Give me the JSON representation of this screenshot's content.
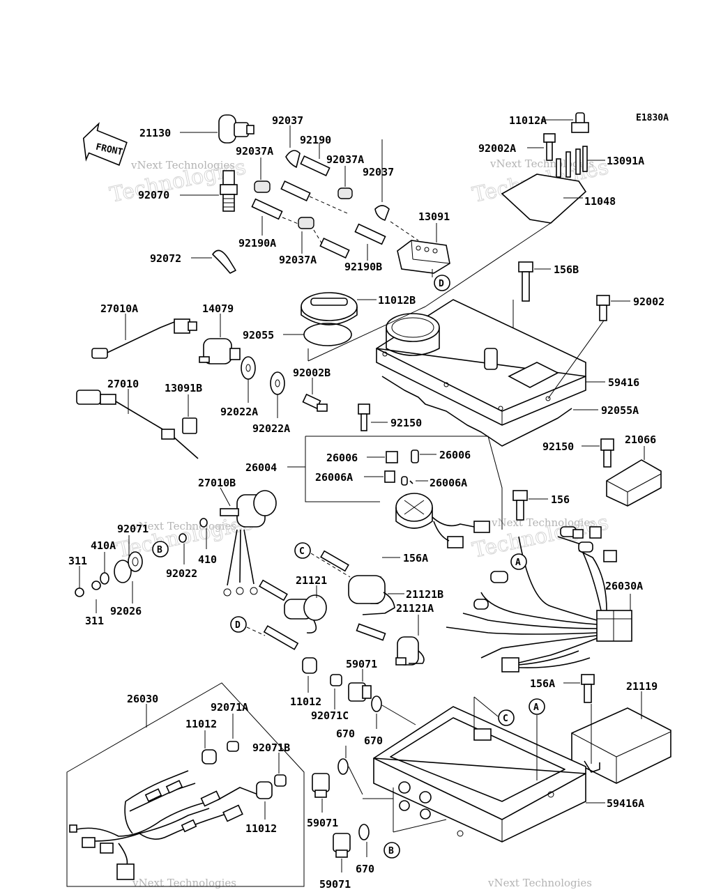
{
  "diagram_code": "E1830A",
  "front_label": "FRONT",
  "watermark": {
    "line1": "vNext Technologies",
    "line2": "Technologies"
  },
  "parts": {
    "p21130": "21130",
    "p92070": "92070",
    "p92072": "92072",
    "p92037_top": "92037",
    "p92037A_a": "92037A",
    "p92190": "92190",
    "p92037A_b": "92037A",
    "p92037_r": "92037",
    "p92190A": "92190A",
    "p92037A_c": "92037A",
    "p92190B": "92190B",
    "p13091": "13091",
    "p11012A": "11012A",
    "p92002A": "92002A",
    "p13091A": "13091A",
    "p11048": "11048",
    "p156B": "156B",
    "p11012B": "11012B",
    "p92002": "92002",
    "p27010A": "27010A",
    "p14079": "14079",
    "p92055": "92055",
    "p59416": "59416",
    "p92055A": "92055A",
    "p92002B": "92002B",
    "p92022A_a": "92022A",
    "p92022A_b": "92022A",
    "p27010": "27010",
    "p13091B": "13091B",
    "p92150_a": "92150",
    "p92150_b": "92150",
    "p21066": "21066",
    "p26006_a": "26006",
    "p26006_b": "26006",
    "p26004": "26004",
    "p26006A_a": "26006A",
    "p26006A_b": "26006A",
    "p27010B": "27010B",
    "p156": "156",
    "p92071": "92071",
    "p410A": "410A",
    "p410": "410",
    "p92022": "92022",
    "p311_a": "311",
    "p311_b": "311",
    "p92026": "92026",
    "p156A_a": "156A",
    "p21121": "21121",
    "p21121B": "21121B",
    "p26030A": "26030A",
    "p21121A": "21121A",
    "p59071_a": "59071",
    "p156A_b": "156A",
    "p21119": "21119",
    "p11012_a": "11012",
    "p92071C": "92071C",
    "p26030": "26030",
    "p92071A": "92071A",
    "p11012_b": "11012",
    "p92071B": "92071B",
    "p11012_c": "11012",
    "p670_a": "670",
    "p670_b": "670",
    "p670_c": "670",
    "p59416A": "59416A",
    "p59071_b": "59071",
    "p59071_c": "59071"
  },
  "refs": {
    "A": "A",
    "B": "B",
    "C": "C",
    "D": "D"
  }
}
